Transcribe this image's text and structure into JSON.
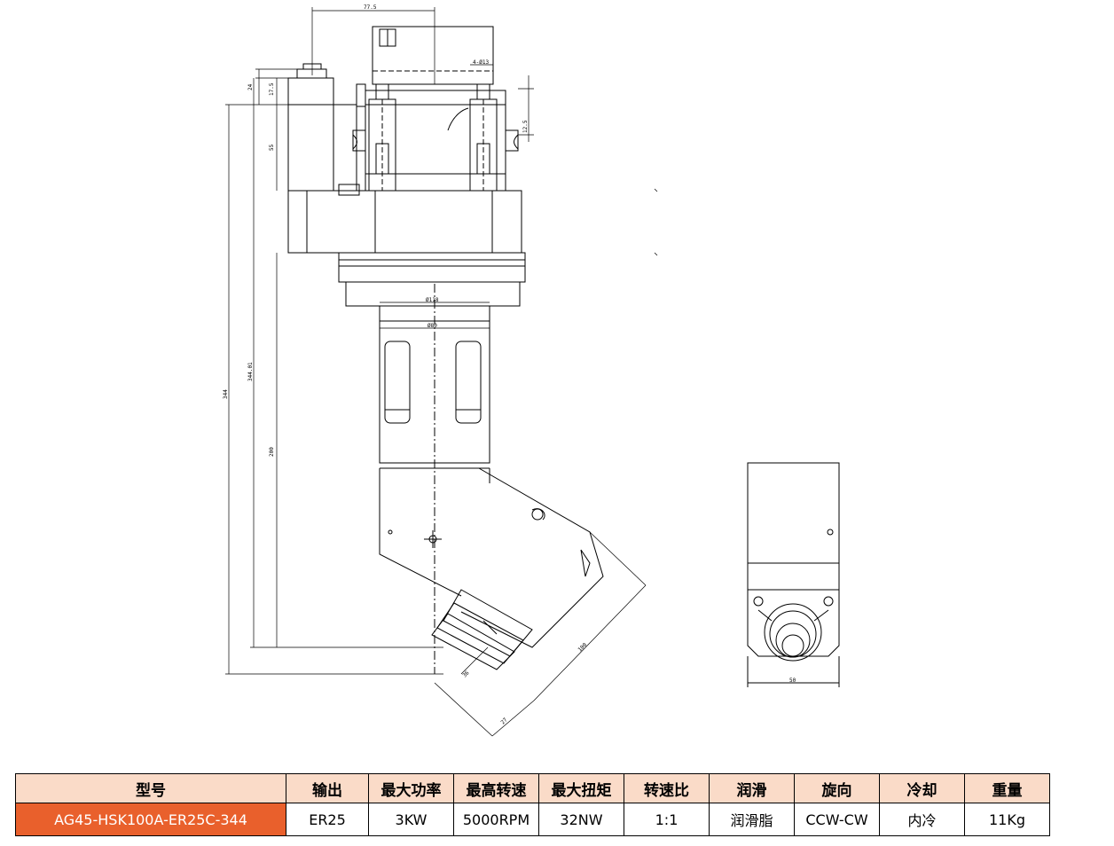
{
  "drawing": {
    "dimensions": {
      "top_width": "77.5",
      "holes": "4-Ø13",
      "h24": "24",
      "h17_5": "17.5",
      "h12_5": "12.5",
      "h55": "55",
      "h344": "344",
      "h344_01": "344.01",
      "h200": "200",
      "d118": "Ø118",
      "d80": "Ø80",
      "len100": "100",
      "w36": "36",
      "w27": "27",
      "side_width": "50"
    }
  },
  "table": {
    "headers": [
      "型号",
      "输出",
      "最大功率",
      "最高转速",
      "最大扭矩",
      "转速比",
      "润滑",
      "旋向",
      "冷却",
      "重量"
    ],
    "row": [
      "AG45-HSK100A-ER25C-344",
      "ER25",
      "3KW",
      "5000RPM",
      "32NW",
      "1:1",
      "润滑脂",
      "CCW-CW",
      "内冷",
      "11Kg"
    ]
  },
  "colors": {
    "header_bg": "#fadbc8",
    "model_bg": "#e9602c"
  }
}
